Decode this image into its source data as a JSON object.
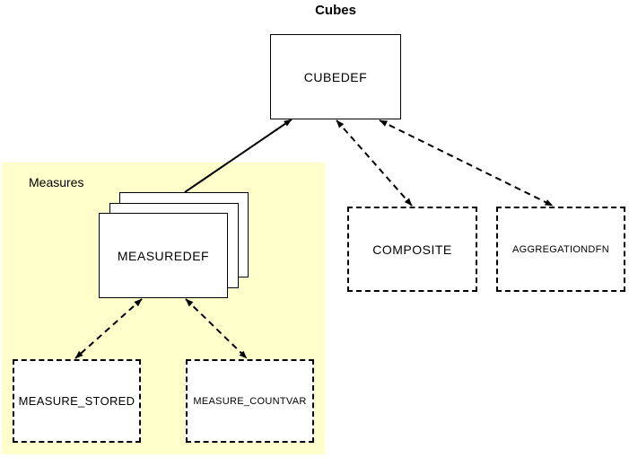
{
  "diagram": {
    "title": "Cubes",
    "group": {
      "label": "Measures"
    },
    "nodes": {
      "cubedef": {
        "label": "CUBEDEF",
        "border": "solid"
      },
      "measuredef": {
        "label": "MEASUREDEF",
        "border": "solid",
        "stacked": true
      },
      "composite": {
        "label": "COMPOSITE",
        "border": "dashed"
      },
      "aggregationdfn": {
        "label": "AGGREGATIONDFN",
        "border": "dashed"
      },
      "measure_stored": {
        "label": "MEASURE_STORED",
        "border": "dashed"
      },
      "measure_countvar": {
        "label": "MEASURE_COUNTVAR",
        "border": "dashed"
      }
    },
    "edges": [
      {
        "from": "CUBEDEF",
        "to": "MEASUREDEF",
        "style": "solid"
      },
      {
        "from": "CUBEDEF",
        "to": "COMPOSITE",
        "style": "dashed"
      },
      {
        "from": "CUBEDEF",
        "to": "AGGREGATIONDFN",
        "style": "dashed"
      },
      {
        "from": "MEASUREDEF",
        "to": "MEASURE_STORED",
        "style": "dashed"
      },
      {
        "from": "MEASUREDEF",
        "to": "MEASURE_COUNTVAR",
        "style": "dashed"
      }
    ],
    "colors": {
      "group_background": "#FFFFCC",
      "line": "#000000",
      "node_fill": "#FFFFFF",
      "text": "#000000",
      "background": "#FFFFFF"
    }
  }
}
